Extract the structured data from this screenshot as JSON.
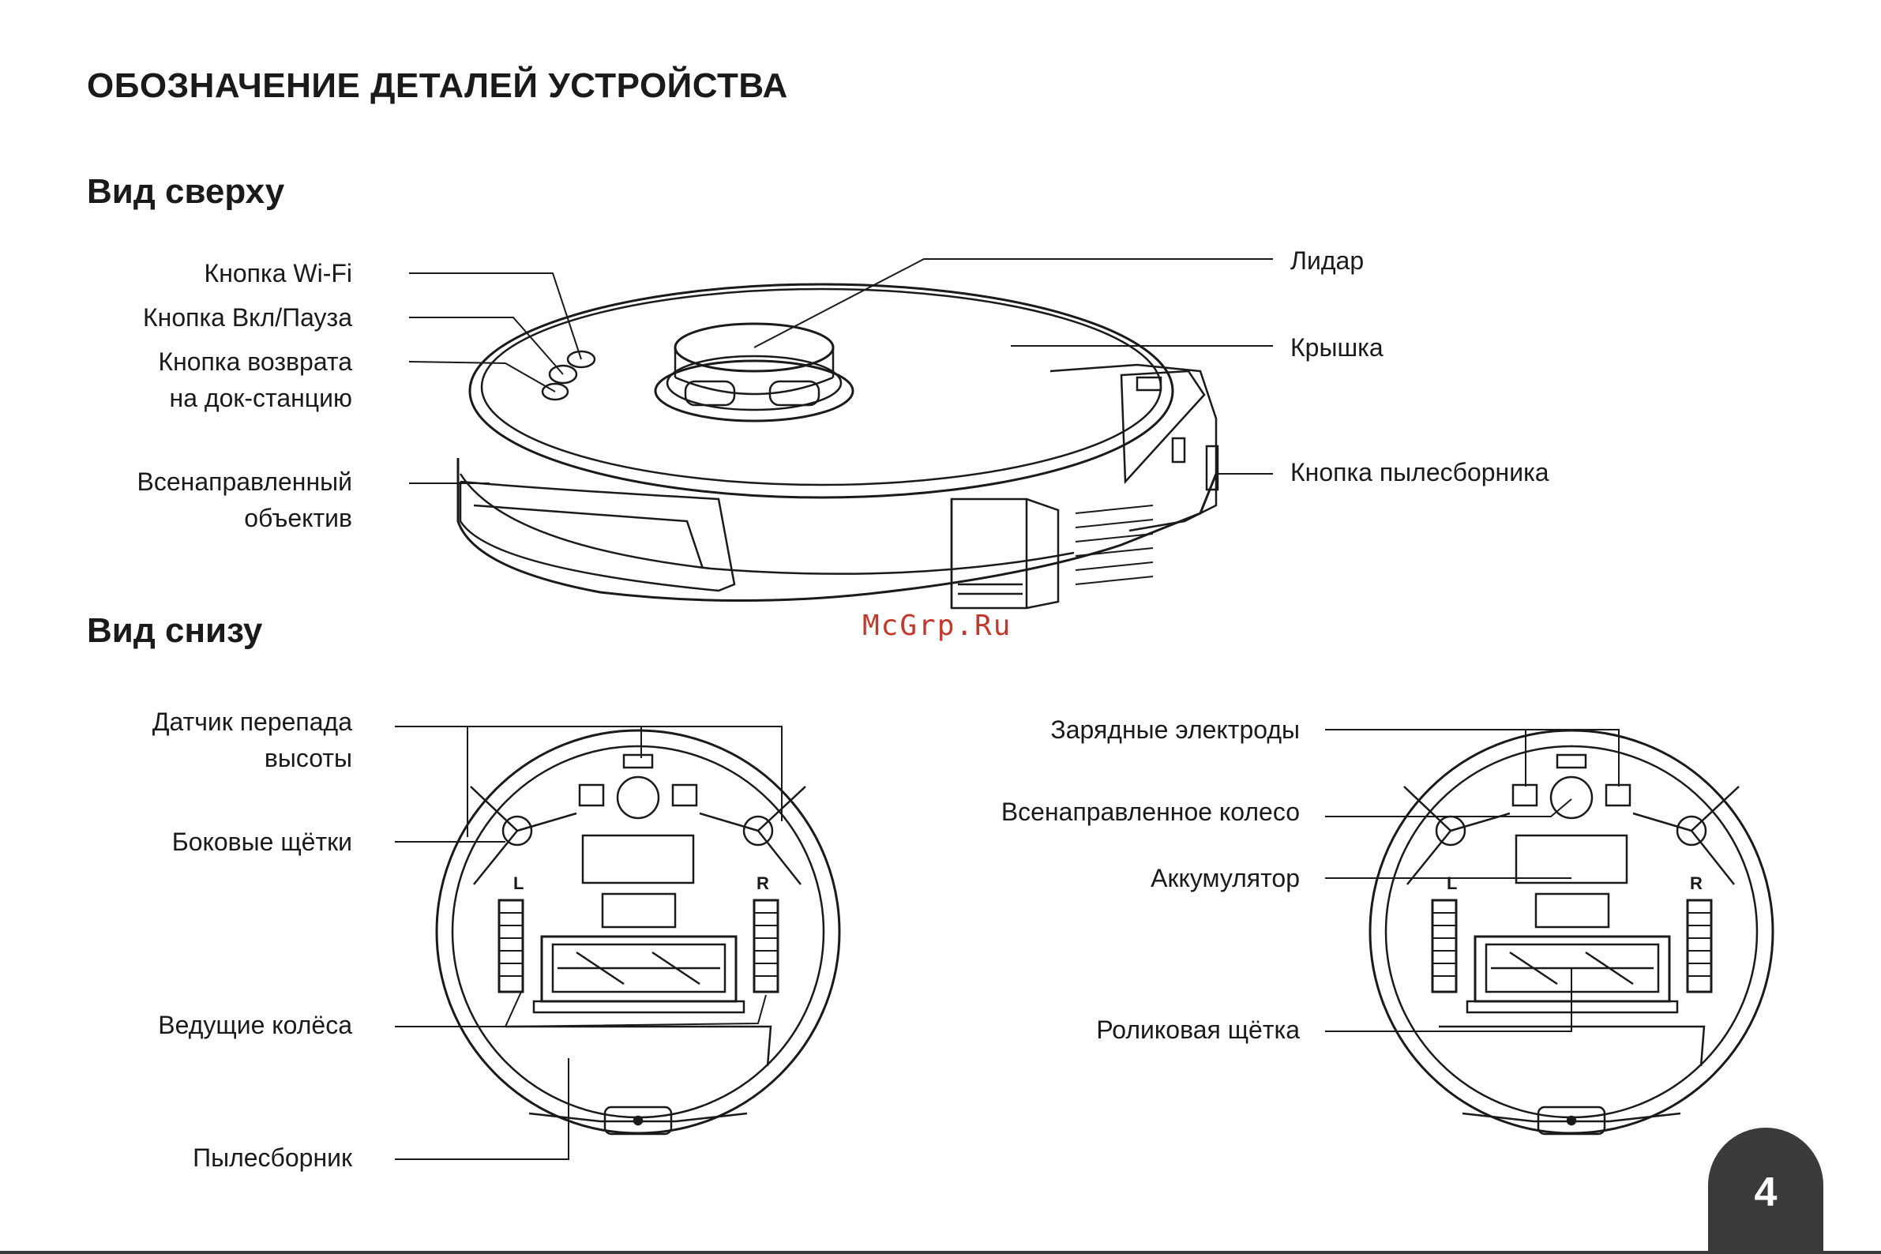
{
  "title": "ОБОЗНАЧЕНИЕ ДЕТАЛЕЙ УСТРОЙСТВА",
  "top_view": {
    "heading": "Вид сверху",
    "labels": {
      "wifi": "Кнопка Wi-Fi",
      "power": "Кнопка Вкл/Пауза",
      "dock_1": "Кнопка возврата",
      "dock_2": "на док-станцию",
      "lens_1": "Всенаправленный",
      "lens_2": "объектив",
      "lidar": "Лидар",
      "cover": "Крышка",
      "bin_button": "Кнопка пылесборника"
    }
  },
  "bottom_view": {
    "heading": "Вид снизу",
    "labels": {
      "cliff_1": "Датчик перепада",
      "cliff_2": "высоты",
      "side_brushes": "Боковые щётки",
      "drive_wheels": "Ведущие колёса",
      "dustbin": "Пылесборник",
      "electrodes": "Зарядные электроды",
      "omni_wheel": "Всенаправленное колесо",
      "battery": "Аккумулятор",
      "roller": "Роликовая щётка"
    }
  },
  "watermark": "McGrp.Ru",
  "page_number": "4",
  "colors": {
    "ink": "#1a1a1a",
    "badge": "#3a3a3a",
    "watermark": "#c0392b"
  }
}
